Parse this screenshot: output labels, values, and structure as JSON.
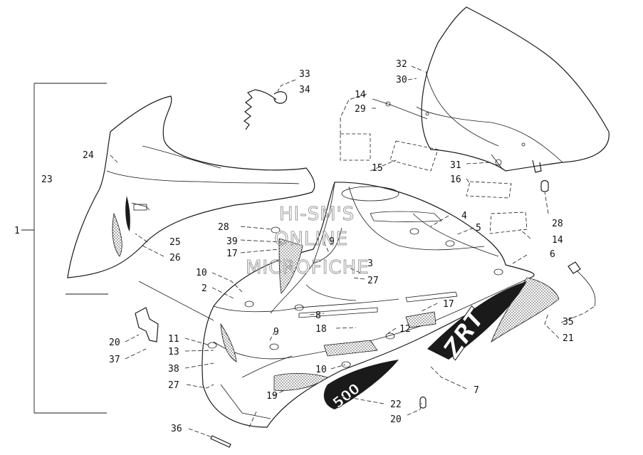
{
  "watermark": {
    "line1": "HI-SM'S",
    "line2": "ONLINE",
    "line3": "MICROFICHE"
  },
  "callouts": {
    "c1": "1",
    "c2": "2",
    "c3": "3",
    "c4": "4",
    "c5": "5",
    "c6": "6",
    "c7": "7",
    "c8": "8",
    "c9a": "9",
    "c9b": "9",
    "c10a": "10",
    "c10b": "10",
    "c11": "11",
    "c12": "12",
    "c13": "13",
    "c14a": "14",
    "c14b": "14",
    "c15": "15",
    "c16": "16",
    "c17a": "17",
    "c17b": "17",
    "c18": "18",
    "c19": "19",
    "c20a": "20",
    "c20b": "20",
    "c21": "21",
    "c22": "22",
    "c23": "23",
    "c24": "24",
    "c25": "25",
    "c26": "26",
    "c27a": "27",
    "c27b": "27",
    "c28a": "28",
    "c28b": "28",
    "c29": "29",
    "c30": "30",
    "c31": "31",
    "c32": "32",
    "c33": "33",
    "c34": "34",
    "c35": "35",
    "c36": "36",
    "c37": "37",
    "c38": "38",
    "c39": "39"
  },
  "decal_text": {
    "model": "500",
    "brand": "ZRT"
  }
}
